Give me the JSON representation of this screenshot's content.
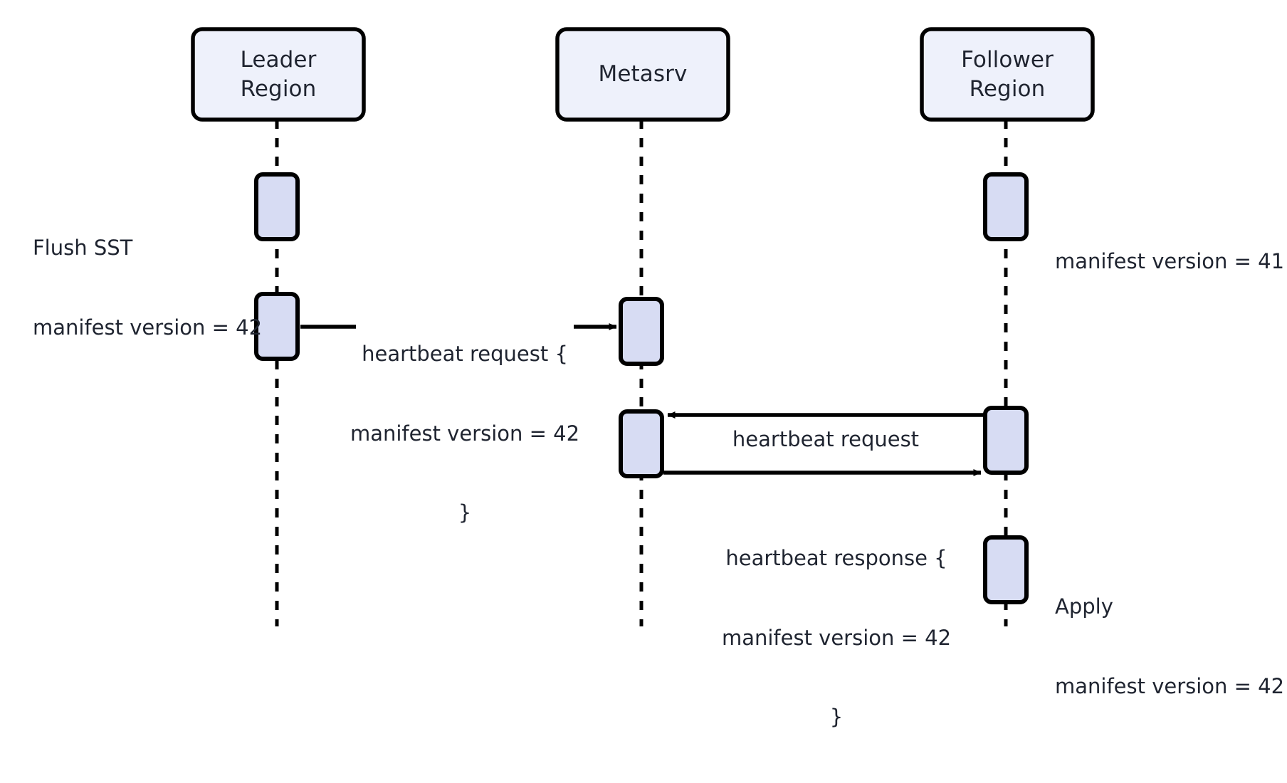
{
  "diagram": {
    "type": "sequence-diagram",
    "background_color": "#ffffff",
    "participant_fill": "#eef1fb",
    "participant_stroke": "#000000",
    "activation_fill": "#d7dcf3",
    "activation_stroke": "#000000",
    "line_color": "#000000",
    "text_color": "#1f2430"
  },
  "participants": [
    {
      "id": "leader",
      "name": "Leader\nRegion",
      "line1": "Leader",
      "line2": "Region"
    },
    {
      "id": "metasrv",
      "name": "Metasrv",
      "line1": "Metasrv",
      "line2": ""
    },
    {
      "id": "follower",
      "name": "Follower\nRegion",
      "line1": "Follower",
      "line2": "Region"
    }
  ],
  "notes": [
    {
      "id": "flush-sst-note",
      "side": "left",
      "participant": "leader",
      "line1": "Flush SST",
      "line2": "manifest version = 42"
    },
    {
      "id": "follower-version-note",
      "side": "right",
      "participant": "follower",
      "line1": "manifest version = 41",
      "line2": ""
    },
    {
      "id": "apply-note",
      "side": "right",
      "participant": "follower",
      "line1": "Apply",
      "line2": "manifest version = 42"
    }
  ],
  "messages": [
    {
      "id": "heartbeat-request-leader-to-metasrv",
      "from": "leader",
      "to": "metasrv",
      "direction": "right",
      "line1": "heartbeat request {",
      "line2": "manifest version = 42",
      "line3": "}"
    },
    {
      "id": "heartbeat-request-follower-to-metasrv",
      "from": "follower",
      "to": "metasrv",
      "direction": "left",
      "line1": "heartbeat request",
      "line2": "",
      "line3": ""
    },
    {
      "id": "heartbeat-response-metasrv-to-follower",
      "from": "metasrv",
      "to": "follower",
      "direction": "right",
      "line1": "heartbeat response {",
      "line2": "manifest version = 42",
      "line3": "}"
    }
  ]
}
